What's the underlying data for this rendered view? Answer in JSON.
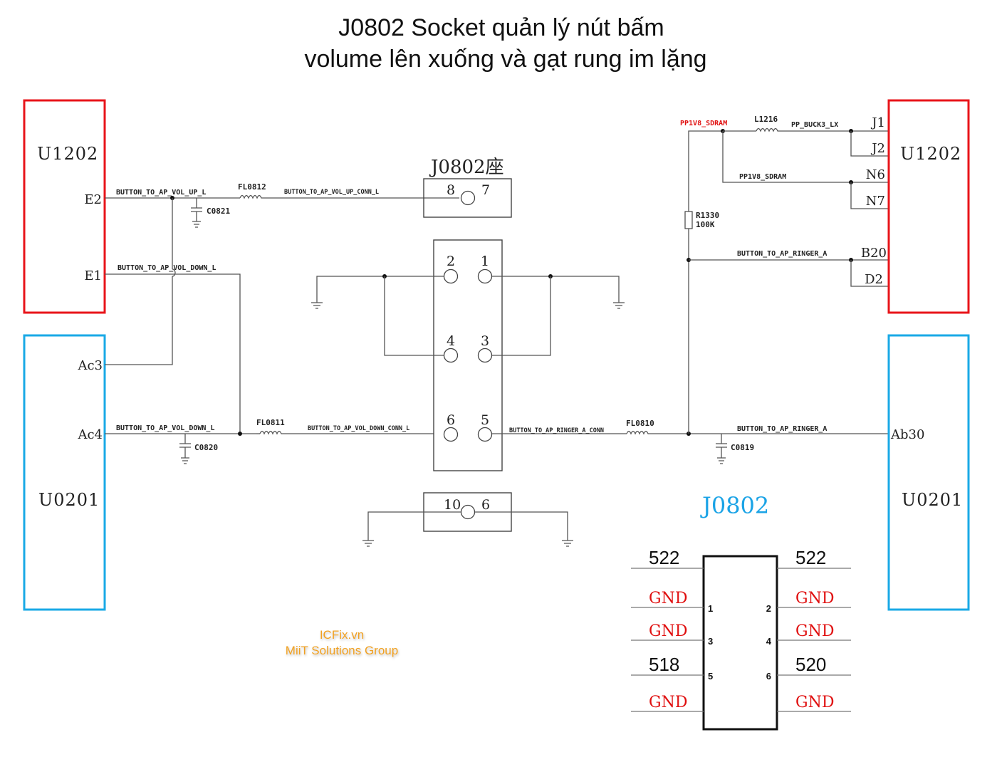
{
  "title": {
    "line1": "J0802 Socket quản lý nút bấm",
    "line2": "volume lên xuống và gạt rung im lặng"
  },
  "colors": {
    "u1202_box": "#e8141a",
    "u0201_box": "#19a9e6",
    "arrow": "#1ba1e2",
    "gnd_label": "#e01010",
    "j0802_label": "#1aa3e6",
    "watermark": "#f0a020"
  },
  "chips": {
    "u1202_left": {
      "name": "U1202",
      "pins": [
        "E2",
        "E1"
      ]
    },
    "u0201_left": {
      "name": "U0201",
      "pins": [
        "Ac3",
        "Ac4"
      ]
    },
    "u1202_right": {
      "name": "U1202",
      "pins": [
        "J1",
        "J2",
        "N6",
        "N7",
        "B20",
        "D2"
      ]
    },
    "u0201_right": {
      "name": "U0201",
      "pins": [
        "Ab30"
      ]
    }
  },
  "nets": {
    "vol_up_l": "BUTTON_TO_AP_VOL_UP_L",
    "vol_up_conn_l": "BUTTON_TO_AP_VOL_UP_CONN_L",
    "vol_down_l_top": "BUTTON_TO_AP_VOL_DOWN_L",
    "vol_down_l": "BUTTON_TO_AP_VOL_DOWN_L",
    "vol_down_conn_l": "BUTTON_TO_AP_VOL_DOWN_CONN_L",
    "ringer_a_conn": "BUTTON_TO_AP_RINGER_A_CONN",
    "ringer_a_bottom": "BUTTON_TO_AP_RINGER_A",
    "ringer_a_top": "BUTTON_TO_AP_RINGER_A",
    "pp1v8_sdram_red": "PP1V8_SDRAM",
    "pp1v8_sdram": "PP1V8_SDRAM",
    "pp_buck3_lx": "PP_BUCK3_LX"
  },
  "components": {
    "fl0812": "FL0812",
    "fl0811": "FL0811",
    "fl0810": "FL0810",
    "c0821": "C0821",
    "c0820": "C0820",
    "c0819": "C0819",
    "l1216": "L1216",
    "r1330": "R1330",
    "r1330_value": "100K"
  },
  "socket": {
    "title": "J0802座",
    "top_pads": [
      "8",
      "7"
    ],
    "main_pads": [
      "2",
      "1",
      "4",
      "3",
      "6",
      "5"
    ],
    "bottom_pads": [
      "10",
      "6"
    ]
  },
  "j0802_table": {
    "title": "J0802",
    "left": [
      {
        "label": "522",
        "pin": ""
      },
      {
        "label": "GND",
        "pin": "1"
      },
      {
        "label": "GND",
        "pin": "3"
      },
      {
        "label": "518",
        "pin": "5"
      },
      {
        "label": "GND",
        "pin": ""
      }
    ],
    "right": [
      {
        "label": "522",
        "pin": ""
      },
      {
        "label": "GND",
        "pin": "2"
      },
      {
        "label": "GND",
        "pin": "4"
      },
      {
        "label": "520",
        "pin": "6"
      },
      {
        "label": "GND",
        "pin": ""
      }
    ]
  },
  "watermark": {
    "line1": "ICFix.vn",
    "line2": "MiiT Solutions Group"
  }
}
